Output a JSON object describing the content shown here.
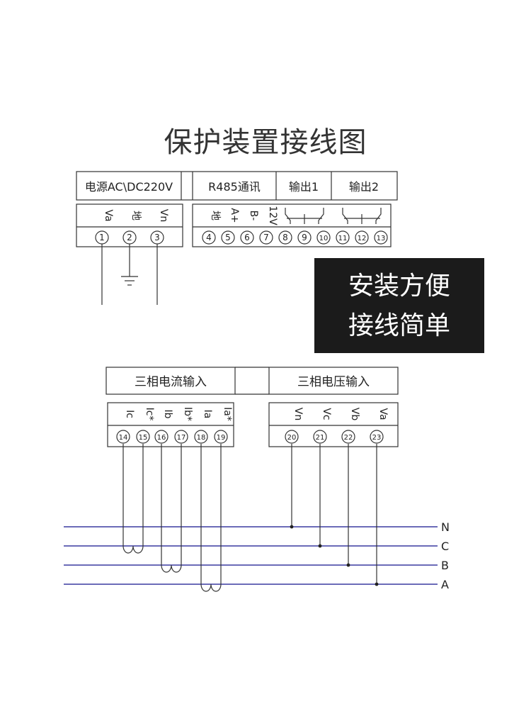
{
  "title": "保护装置接线图",
  "badge": {
    "line1": "安装方便",
    "line2": "接线简单"
  },
  "top_panel": {
    "headers": [
      "电源AC\\DC220V",
      "R485通讯",
      "输出1",
      "输出2"
    ],
    "power_terms": [
      {
        "label": "Va",
        "num": "1"
      },
      {
        "label": "地",
        "num": "2"
      },
      {
        "label": "Vn",
        "num": "3"
      }
    ],
    "comm_terms": [
      {
        "label": "地",
        "num": "4"
      },
      {
        "label": "A+",
        "num": "5"
      },
      {
        "label": "B-",
        "num": "6"
      },
      {
        "label": "12V",
        "num": "7"
      }
    ],
    "output1_nums": [
      "8",
      "9",
      "10"
    ],
    "output2_nums": [
      "11",
      "12",
      "13"
    ]
  },
  "bottom_panel": {
    "current_header": "三相电流输入",
    "voltage_header": "三相电压输入",
    "current_terms": [
      {
        "label": "Ic",
        "num": "14"
      },
      {
        "label": "Ic*",
        "num": "15"
      },
      {
        "label": "Ib",
        "num": "16"
      },
      {
        "label": "Ib*",
        "num": "17"
      },
      {
        "label": "Ia",
        "num": "18"
      },
      {
        "label": "Ia*",
        "num": "19"
      }
    ],
    "voltage_terms": [
      {
        "label": "Vn",
        "num": "20"
      },
      {
        "label": "Vc",
        "num": "21"
      },
      {
        "label": "Vb",
        "num": "22"
      },
      {
        "label": "Va",
        "num": "23"
      }
    ]
  },
  "bus_lines": [
    "N",
    "C",
    "B",
    "A"
  ],
  "colors": {
    "bus_line": "#3a3aa0",
    "badge_bg": "#1b1b1b"
  }
}
